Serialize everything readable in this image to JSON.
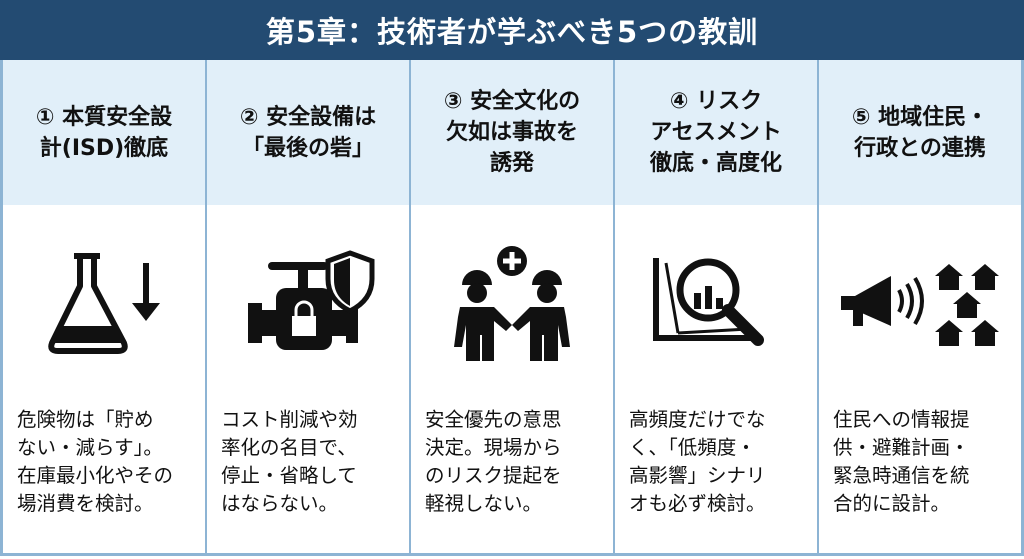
{
  "title": "第5章：技術者が学ぶべき5つの教訓",
  "colors": {
    "header_bg": "#234b72",
    "panel_bg": "#e1eff9",
    "border": "#8db4d4"
  },
  "lessons": [
    {
      "heading": "① 本質安全設\n計(ISD)徹底",
      "icon": "flask-down-arrow-icon",
      "body": "危険物は「貯め\nない・減らす」。\n在庫最小化やその\n場消費を検討。"
    },
    {
      "heading": "② 安全設備は\n「最後の砦」",
      "icon": "valve-lock-shield-icon",
      "body": "コスト削減や効\n率化の名目で、\n停止・省略して\nはならない。"
    },
    {
      "heading": "③ 安全文化の\n欠如は事故を\n誘発",
      "icon": "workers-handshake-icon",
      "body": "安全優先の意思\n決定。現場から\nのリスク提起を\n軽視しない。"
    },
    {
      "heading": "④ リスク\nアセスメント\n徹底・高度化",
      "icon": "magnifier-chart-icon",
      "body": "高頻度だけでな\nく、「低頻度・\n高影響」シナリ\nオも必ず検討。"
    },
    {
      "heading": "⑤ 地域住民・\n行政との連携",
      "icon": "megaphone-houses-icon",
      "body": "住民への情報提\n供・避難計画・\n緊急時通信を統\n合的に設計。"
    }
  ]
}
